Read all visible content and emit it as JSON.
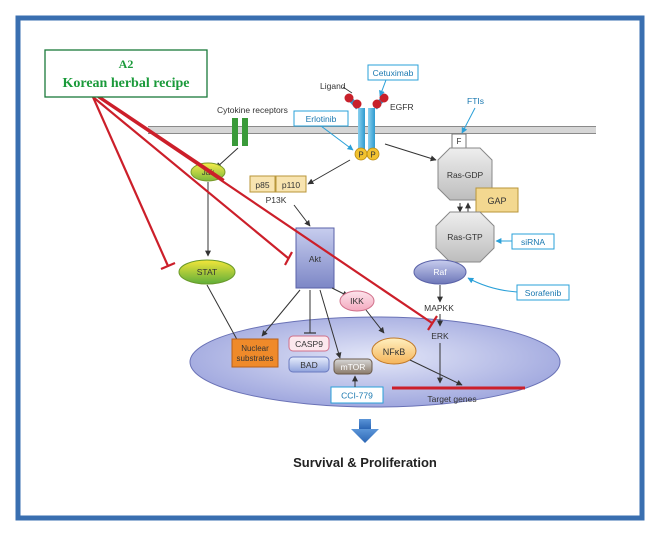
{
  "recipe_box": {
    "line1": "A2",
    "line2": "Korean herbal recipe"
  },
  "labels": {
    "ligand": "Ligand",
    "cetuximab": "Cetuximab",
    "egfr": "EGFR",
    "ftis": "FTIs",
    "cytokine_receptors": "Cytokine receptors",
    "erlotinib": "Erlotinib",
    "p_left": "P",
    "p_right": "P",
    "f_box": "F",
    "jak": "Jak",
    "p85": "p85",
    "p110": "p110",
    "pi3k": "P13K",
    "ras_gdp": "Ras-GDP",
    "gap": "GAP",
    "ras_gtp": "Ras-GTP",
    "sirna": "siRNA",
    "akt": "Akt",
    "stat": "STAT",
    "raf": "Raf",
    "sorafenib": "Sorafenib",
    "mapkk": "MAPKK",
    "ikk": "IKK",
    "erk": "ERK",
    "nuclear_substrates_1": "Nuclear",
    "nuclear_substrates_2": "substrates",
    "casp9": "CASP9",
    "bad": "BAD",
    "mtor": "mTOR",
    "nfkb": "NFκB",
    "cci779": "CCI-779",
    "target_genes": "Target genes",
    "outcome": "Survival & Proliferation"
  },
  "colors": {
    "frame_border": "#3a6fb0",
    "recipe_border": "#1a7a3a",
    "recipe_text": "#1a9a3a",
    "inhibit_red": "#cc1f2a",
    "drug_border": "#2aa0d8",
    "nucleus_fill": "#b6bde6",
    "akt_fill": "#9aa4d8",
    "outcome_arrow": "#3b7bc8"
  },
  "icons": {
    "outcome_arrow": "down-arrow-icon"
  }
}
